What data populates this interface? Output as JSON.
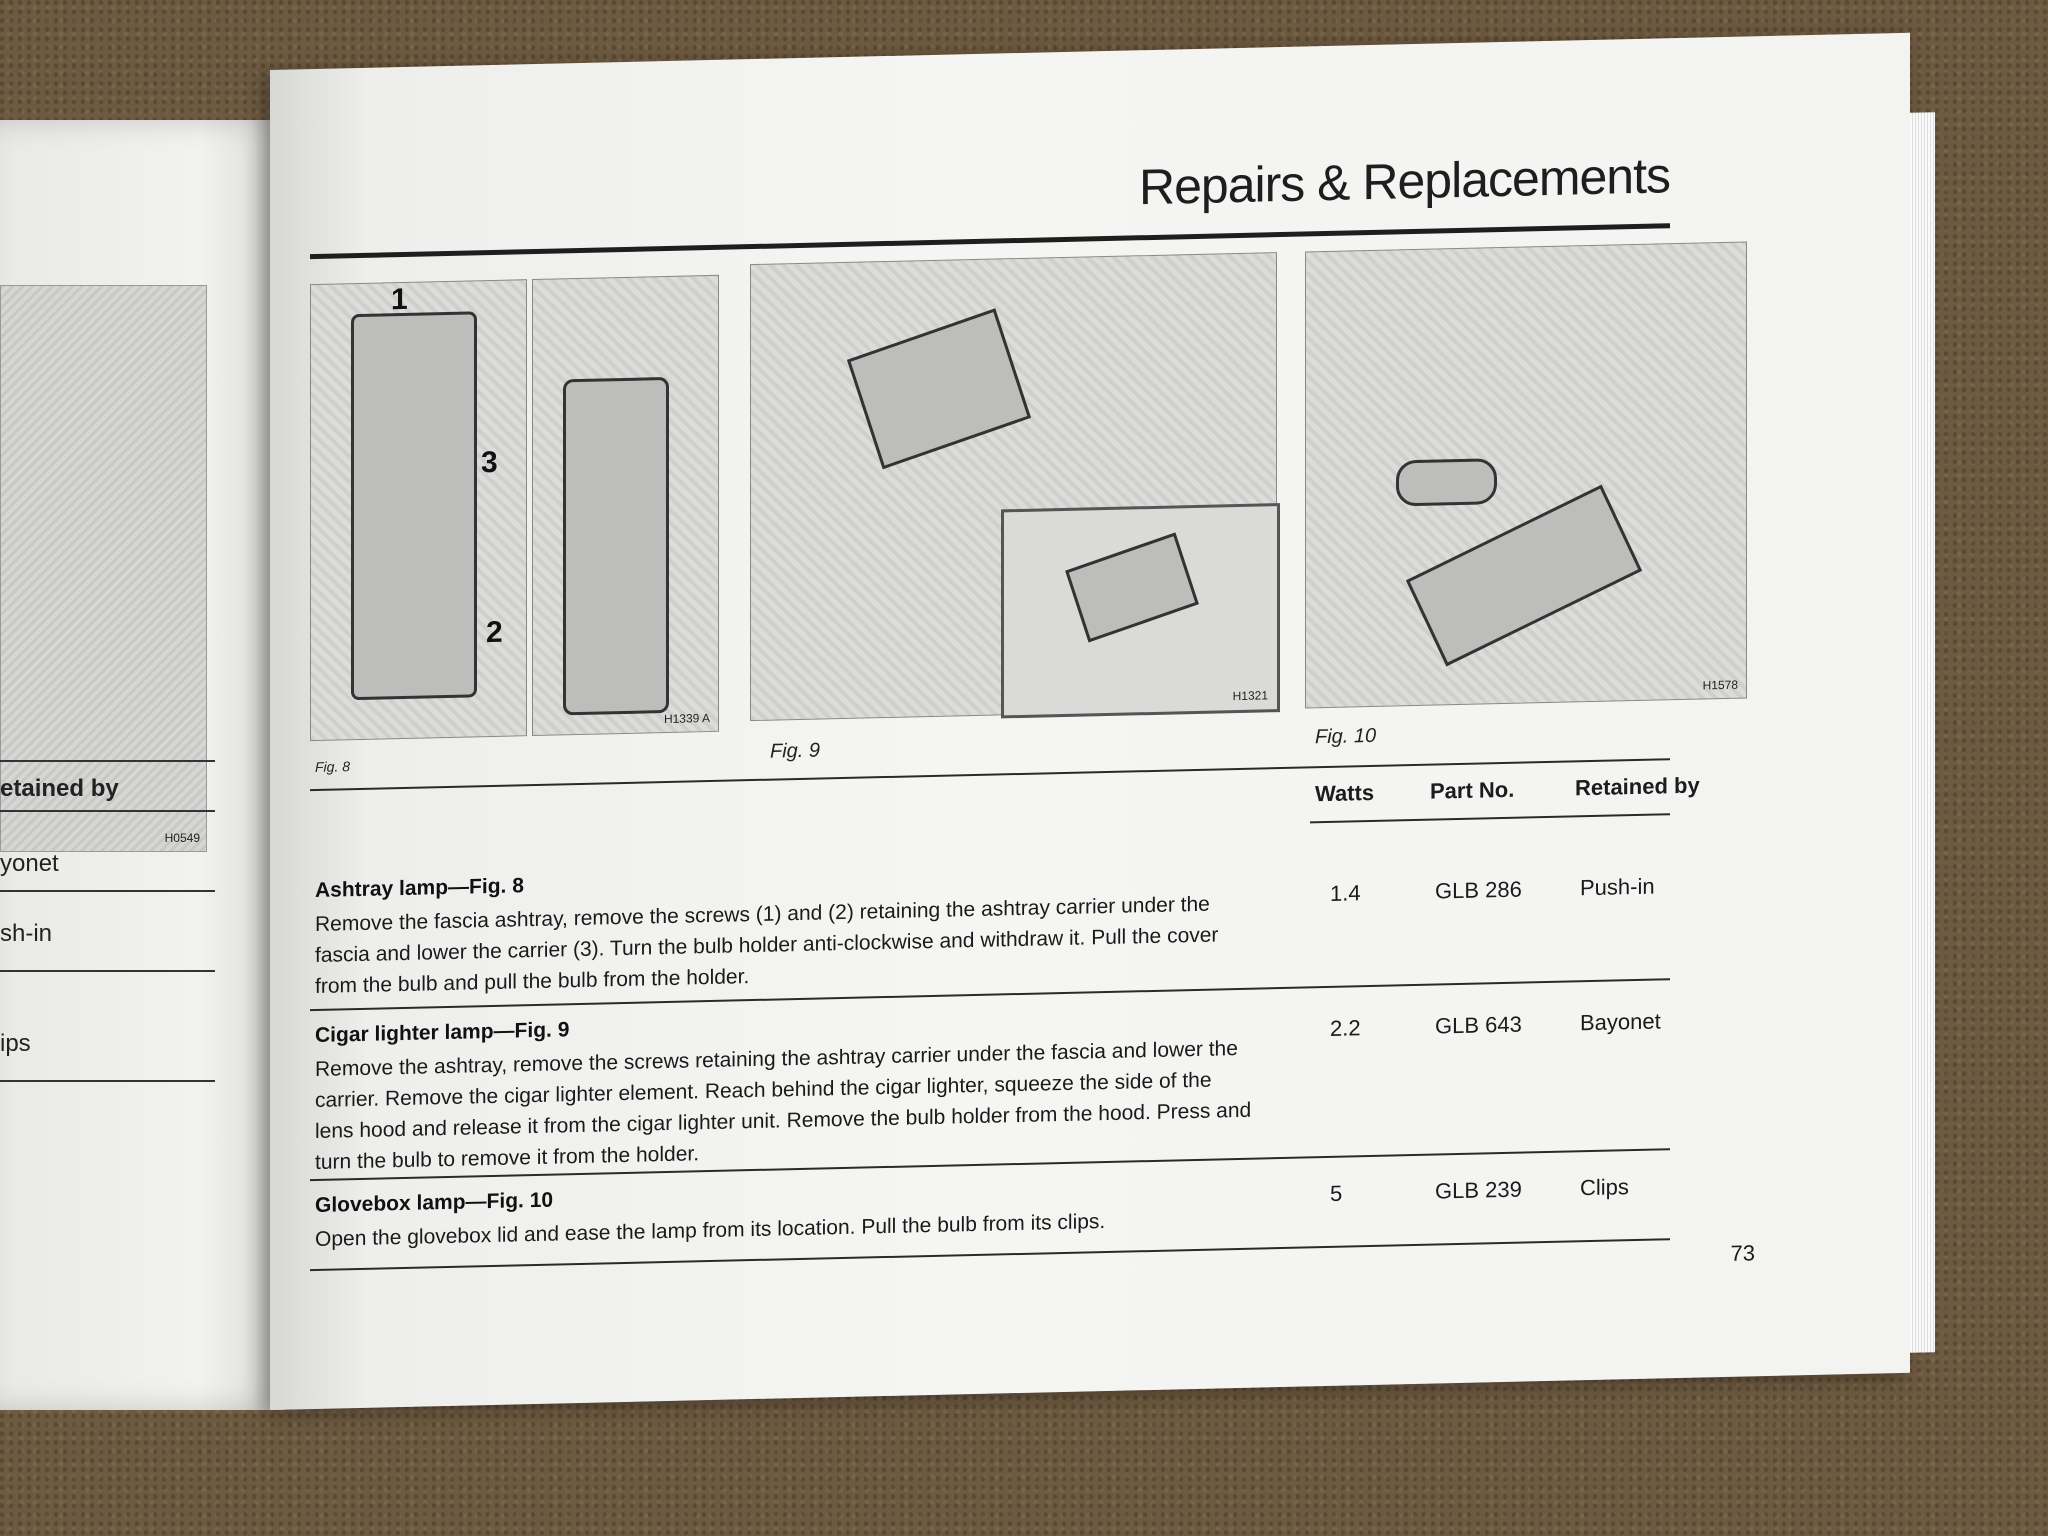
{
  "left_page": {
    "figure_code": "H0549",
    "header_partial": "etained by",
    "rows": [
      "yonet",
      "sh-in",
      "ips"
    ]
  },
  "right_page": {
    "title": "Repairs & Replacements",
    "figures": [
      {
        "caption": "Fig. 8",
        "code": "H1339 A",
        "callouts": [
          "1",
          "2",
          "3"
        ]
      },
      {
        "caption": "Fig. 9",
        "code": "H1321"
      },
      {
        "caption": "Fig. 10",
        "code": "H1578"
      }
    ],
    "table": {
      "headers": {
        "watts": "Watts",
        "part": "Part No.",
        "retained": "Retained by"
      },
      "rows": [
        {
          "title": "Ashtray lamp—Fig. 8",
          "body": "Remove the fascia ashtray, remove the screws (1) and (2) retaining the ashtray carrier under the fascia and lower the carrier (3). Turn the bulb holder anti-clockwise and withdraw it. Pull the cover from the bulb and pull the bulb from the holder.",
          "watts": "1.4",
          "part": "GLB 286",
          "retained": "Push-in"
        },
        {
          "title": "Cigar lighter lamp—Fig. 9",
          "body": "Remove the ashtray, remove the screws retaining the ashtray carrier under the fascia and lower the carrier. Remove the cigar lighter element. Reach behind the cigar lighter, squeeze the side of the lens hood and release it from the cigar lighter unit. Remove the bulb holder from the hood. Press and turn the bulb to remove it from the holder.",
          "watts": "2.2",
          "part": "GLB 643",
          "retained": "Bayonet"
        },
        {
          "title": "Glovebox lamp—Fig. 10",
          "body": "Open the glovebox lid and ease the lamp from its location. Pull the bulb from its clips.",
          "watts": "5",
          "part": "GLB 239",
          "retained": "Clips"
        }
      ]
    },
    "page_number": "73"
  }
}
